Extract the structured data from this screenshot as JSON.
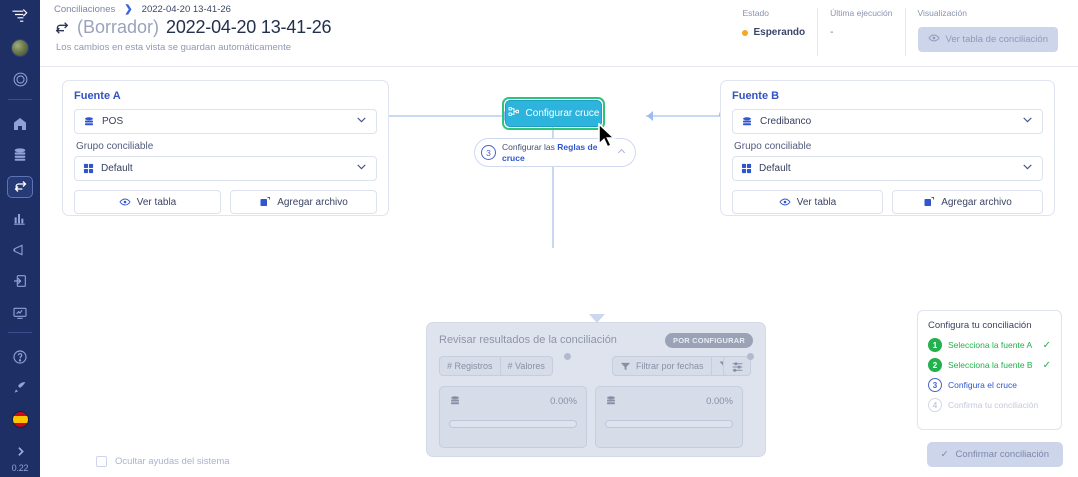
{
  "sidebar": {
    "logo_icon": "logo-icon",
    "avatar": "user-avatar",
    "items": [
      {
        "icon": "account-circle-icon",
        "name": "sidebar-item-account"
      },
      {
        "icon": "home-icon",
        "name": "sidebar-item-home"
      },
      {
        "icon": "database-icon",
        "name": "sidebar-item-sources"
      },
      {
        "icon": "reconcile-icon",
        "name": "sidebar-item-conciliaciones",
        "active": true
      },
      {
        "icon": "bar-chart-icon",
        "name": "sidebar-item-reports"
      },
      {
        "icon": "megaphone-icon",
        "name": "sidebar-item-announcements"
      },
      {
        "icon": "login-box-icon",
        "name": "sidebar-item-access"
      },
      {
        "icon": "monitor-icon",
        "name": "sidebar-item-monitor"
      }
    ],
    "bottom": [
      {
        "icon": "help-circle-icon",
        "name": "sidebar-item-help"
      },
      {
        "icon": "rocket-icon",
        "name": "sidebar-item-whats-new"
      },
      {
        "icon": "flag-es-icon",
        "name": "sidebar-item-language"
      },
      {
        "icon": "chevron-right-icon",
        "name": "sidebar-expand-toggle"
      }
    ],
    "version": "0.22"
  },
  "breadcrumb": {
    "root": "Conciliaciones",
    "separator": "❯",
    "current": "2022-04-20 13-41-26"
  },
  "header": {
    "status_tag": "(Borrador)",
    "title": "2022-04-20 13-41-26",
    "subtitle": "Los cambios en esta vista se guardan automáticamente",
    "status_label": "Estado",
    "status_value": "Esperando",
    "last_run_label": "Última ejecución",
    "last_run_value": "-",
    "visualization_label": "Visualización",
    "view_table_button": "Ver tabla de conciliación"
  },
  "source_a": {
    "title": "Fuente A",
    "source_value": "POS",
    "group_label": "Grupo conciliable",
    "group_value": "Default",
    "view_table_button": "Ver tabla",
    "add_file_button": "Agregar archivo"
  },
  "source_b": {
    "title": "Fuente B",
    "source_value": "Credibanco",
    "group_label": "Grupo conciliable",
    "group_value": "Default",
    "view_table_button": "Ver tabla",
    "add_file_button": "Agregar archivo"
  },
  "center": {
    "configure_button": "Configurar cruce",
    "tooltip_step": "3",
    "tooltip_prefix": "Configurar las ",
    "tooltip_strong": "Reglas de cruce"
  },
  "results": {
    "title": "Revisar resultados de la conciliación",
    "badge": "POR CONFIGURAR",
    "toggle_records": "# Registros",
    "toggle_values": "# Valores",
    "filter_dates": "Filtrar por fechas",
    "clear_filter_icon": "filter-clear-icon",
    "settings_icon": "sliders-icon",
    "box_a_percent": "0.00%",
    "box_b_percent": "0.00%"
  },
  "helper": {
    "title": "Configura tu conciliación",
    "steps": [
      {
        "num": "1",
        "label": "Selecciona la fuente A",
        "state": "done"
      },
      {
        "num": "2",
        "label": "Selecciona la fuente B",
        "state": "done"
      },
      {
        "num": "3",
        "label": "Configura el cruce",
        "state": "current"
      },
      {
        "num": "4",
        "label": "Confirma tu conciliación",
        "state": "todo"
      }
    ]
  },
  "footer": {
    "confirm_button": "Confirmar conciliación",
    "hide_help_label": "Ocultar ayudas del sistema"
  },
  "colors": {
    "sidebar_bg": "#1e2f66",
    "accent_blue": "#2f56cf",
    "configure_cyan": "#2cb4dd",
    "highlight_green": "#2bc47a",
    "status_amber": "#f5a623",
    "done_green": "#22b14c"
  }
}
